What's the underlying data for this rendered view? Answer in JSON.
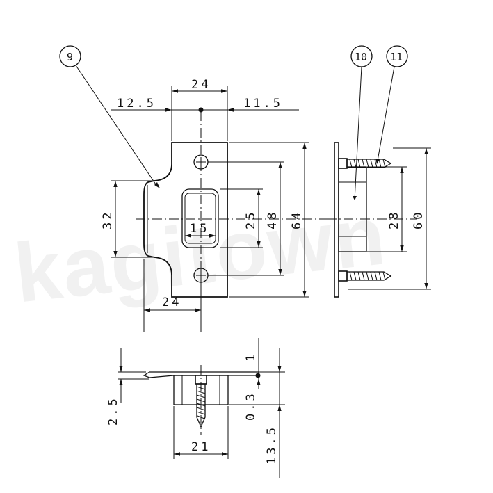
{
  "watermark": "kagitown",
  "callouts": [
    "9",
    "10",
    "11"
  ],
  "front_view": {
    "dim_top_width": "24",
    "dim_left_offset": "12.5",
    "dim_right_offset": "11.5",
    "dim_lip_height": "32",
    "dim_opening_width": "15",
    "dim_opening_height": "25",
    "dim_screw_pitch": "48",
    "dim_total_height": "64",
    "dim_bottom_width": "24"
  },
  "side_view": {
    "dim_box_height": "28",
    "dim_screw_span": "60"
  },
  "bottom_view": {
    "dim_plate_thickness": "1",
    "dim_lip_offset": "2.5",
    "dim_gap": "0.3",
    "dim_box_depth": "13.5",
    "dim_box_width": "21"
  }
}
